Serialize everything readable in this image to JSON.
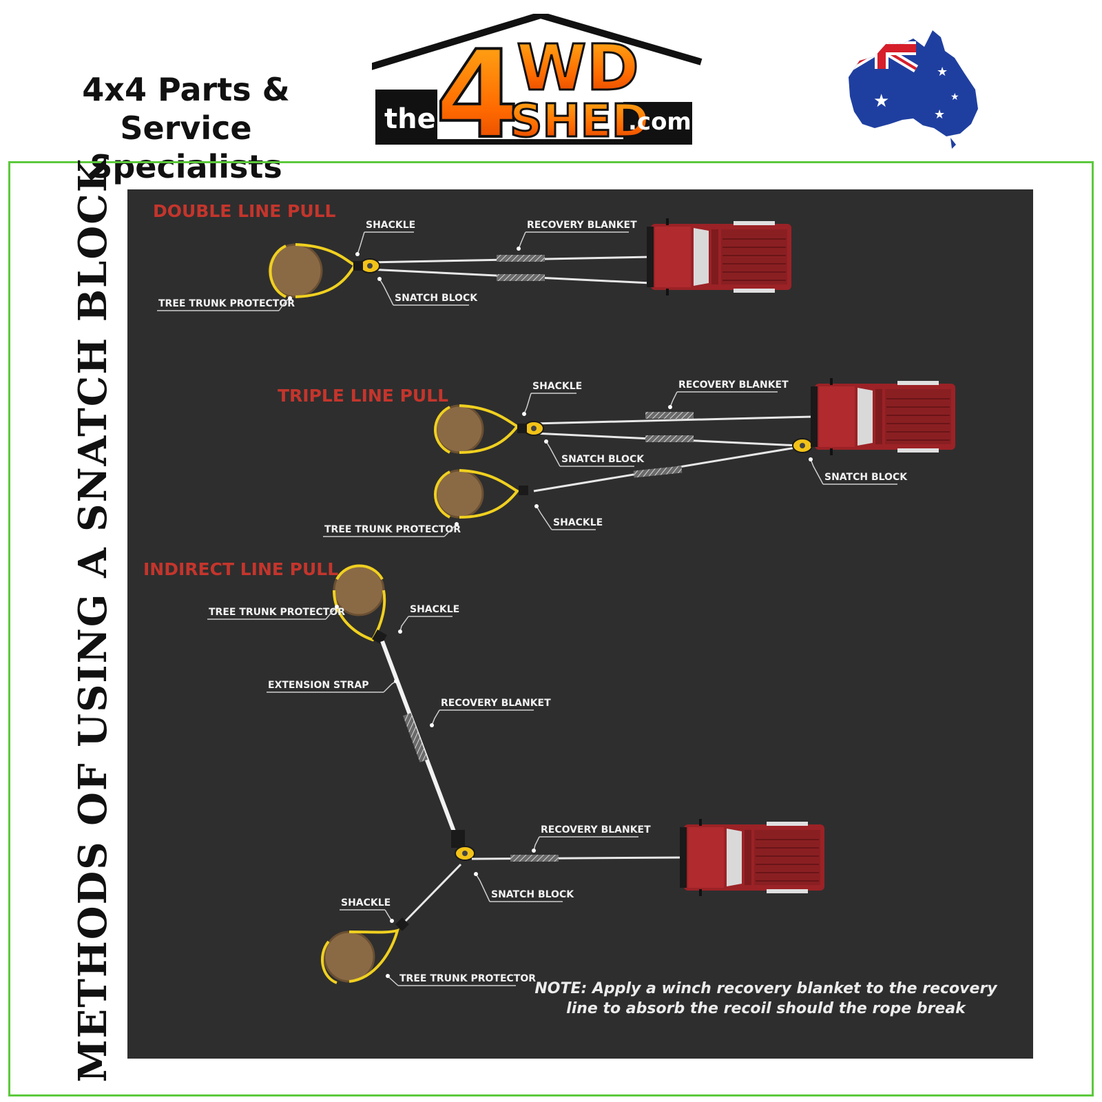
{
  "header": {
    "tagline_line1": "4x4 Parts & Service",
    "tagline_line2": "Specialists",
    "logo": {
      "the": "the",
      "number": "4",
      "wd": "WD",
      "shed": "SHED",
      "dotcom": ".com"
    }
  },
  "diagram": {
    "title": "METHODS OF USING A SNATCH BLOCK",
    "double": {
      "heading": "DOUBLE LINE PULL",
      "shackle": "SHACKLE",
      "recovery_blanket": "RECOVERY BLANKET",
      "tree_trunk_protector": "TREE TRUNK PROTECTOR",
      "snatch_block": "SNATCH BLOCK"
    },
    "triple": {
      "heading": "TRIPLE LINE PULL",
      "shackle_top": "SHACKLE",
      "recovery_blanket": "RECOVERY BLANKET",
      "snatch_block_left": "SNATCH BLOCK",
      "snatch_block_right": "SNATCH BLOCK",
      "tree_trunk_protector": "TREE TRUNK PROTECTOR",
      "shackle_bottom": "SHACKLE"
    },
    "indirect": {
      "heading": "INDIRECT LINE PULL",
      "tree_trunk_protector_top": "TREE TRUNK PROTECTOR",
      "shackle_top": "SHACKLE",
      "extension_strap": "EXTENSION STRAP",
      "recovery_blanket_diag": "RECOVERY BLANKET",
      "recovery_blanket": "RECOVERY BLANKET",
      "snatch_block": "SNATCH BLOCK",
      "shackle_bottom": "SHACKLE",
      "tree_trunk_protector_bottom": "TREE TRUNK PROTECTOR"
    },
    "note_line1": "NOTE: Apply a winch recovery blanket to the recovery",
    "note_line2": "line to absorb the recoil should the rope break"
  },
  "colors": {
    "panel": "#2e2e2e",
    "heading": "#c4352c",
    "frame": "#5cc93c",
    "strap": "#f0d020",
    "truck": "#9b2226",
    "tree": "#8a6a45"
  },
  "icons": [
    "4wd-shed-logo",
    "australia-flag-map",
    "tree-icon",
    "truck-icon",
    "snatch-block-icon",
    "shackle-icon",
    "recovery-blanket-icon"
  ]
}
